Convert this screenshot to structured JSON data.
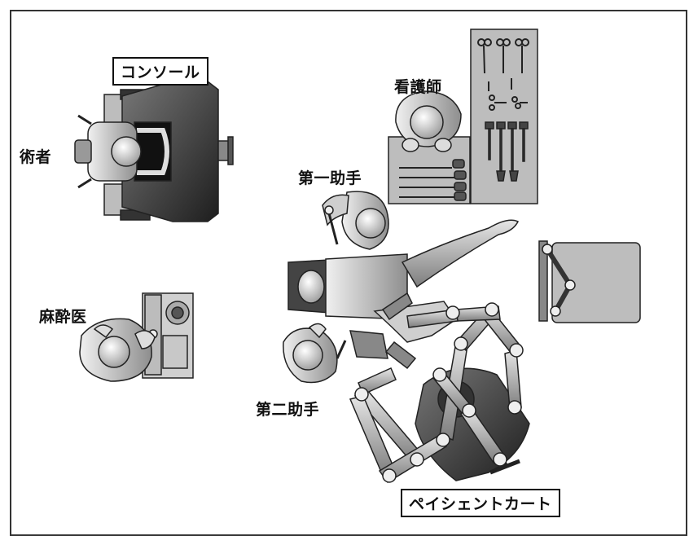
{
  "labels": {
    "console": "コンソール",
    "surgeon": "術者",
    "nurse": "看護師",
    "first_assistant": "第一助手",
    "anesthesiologist": "麻酔医",
    "second_assistant": "第二助手",
    "patient_cart": "ペイシェントカート"
  },
  "colors": {
    "stroke": "#222222",
    "dark": "#444444",
    "mid": "#9a9a9a",
    "light": "#d2d2d2",
    "screen": "#111111"
  }
}
